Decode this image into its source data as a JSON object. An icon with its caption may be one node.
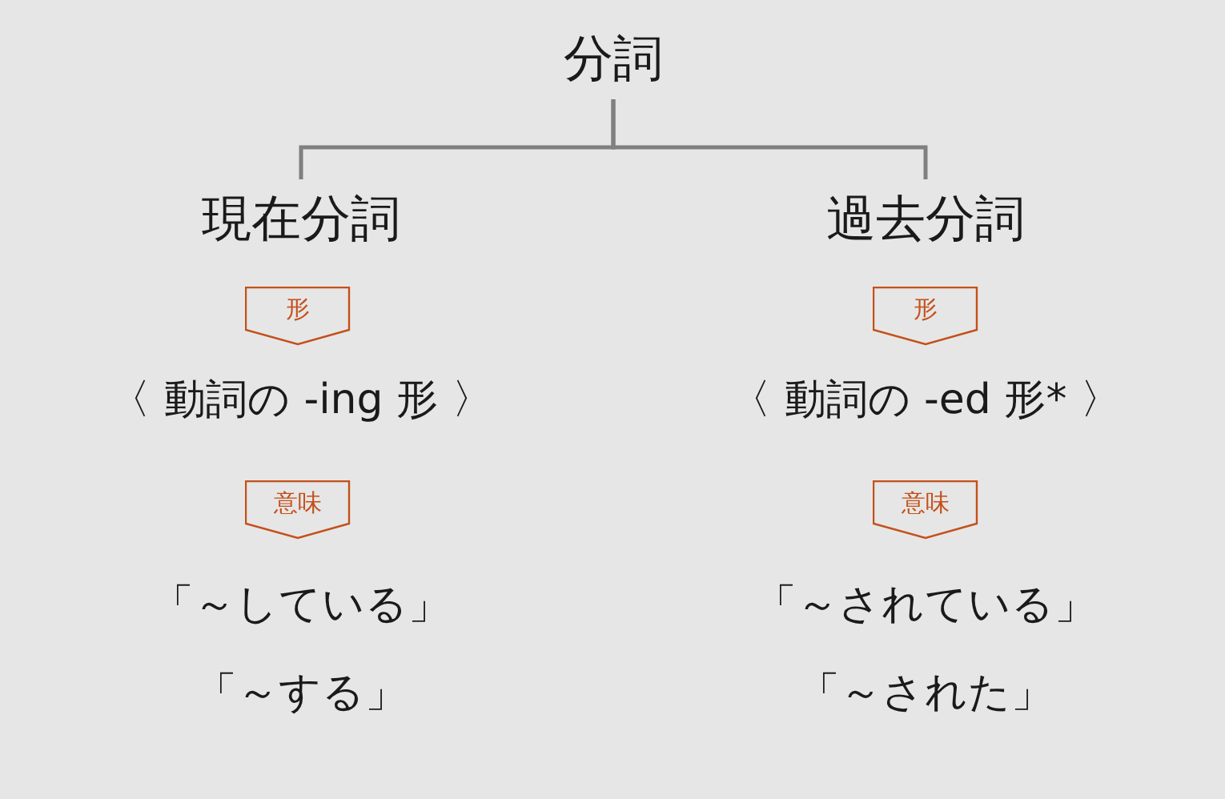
{
  "diagram": {
    "nodes": [
      {
        "text": [
          "分詞"
        ]
      },
      {
        "text": [
          "現在分詞"
        ]
      },
      {
        "text": [
          "過去分詞"
        ]
      },
      {
        "text": [
          "形"
        ]
      },
      {
        "text": [
          "形"
        ]
      },
      {
        "text": [
          "意味"
        ]
      },
      {
        "text": [
          "意味"
        ]
      }
    ],
    "edges": [
      {
        "from": 0,
        "to": 1,
        "arrow": "none"
      },
      {
        "from": 0,
        "to": 2,
        "arrow": "none"
      }
    ],
    "labels": [
      "〈 動詞の -ing 形 〉",
      "〈 動詞の -ed 形* 〉",
      "「～している」",
      "「～されている」",
      "「～する」",
      "「～された」"
    ]
  }
}
